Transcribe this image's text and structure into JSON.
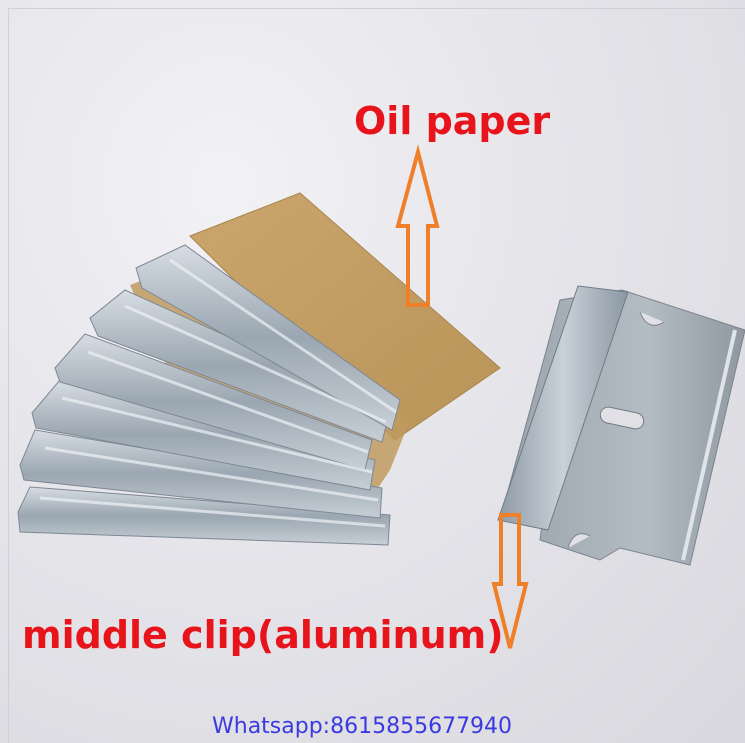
{
  "labels": {
    "oil_paper": "Oil paper",
    "middle_clip": "middle clip(aluminum)"
  },
  "watermark": "Whatsapp:8615855677940",
  "colors": {
    "label_red": "#e8141b",
    "arrow_orange": "#f07f2a",
    "watermark_blue": "#3a3ae0",
    "oil_paper_tan": "#c8a36a",
    "blade_steel": "#a9b3bd"
  }
}
